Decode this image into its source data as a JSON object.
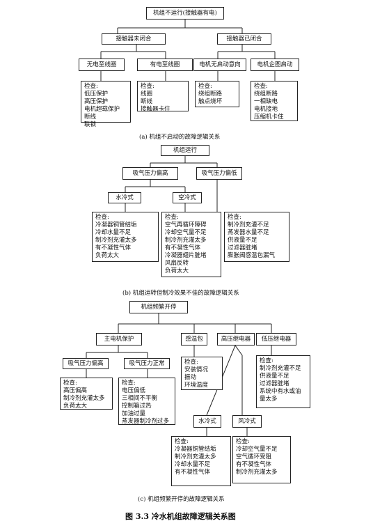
{
  "a": {
    "root": "机组不运行(接触器有电)",
    "l2": [
      "接触器未闭合",
      "接触器已闭合"
    ],
    "l3": [
      "无电至线圈",
      "有电至线圈",
      "电机无启动意向",
      "电机企图启动"
    ],
    "checks": [
      [
        "检查:",
        "低压保护",
        "高压保护",
        "电机超载保护",
        "断线",
        "联锁"
      ],
      [
        "检查:",
        "线圈",
        "断线",
        "接触器卡住"
      ],
      [
        "检查:",
        "绕组断路",
        "触点烧坏"
      ],
      [
        "检查:",
        "绕组断路",
        "一相缺电",
        "电机接地",
        "压缩机卡住"
      ]
    ],
    "caption": "(a)  机组不启动的故障逻辑关系"
  },
  "b": {
    "root": "机组运行",
    "l2": [
      "吸气压力偏高",
      "吸气压力偏低"
    ],
    "l3": [
      "水冷式",
      "空冷式"
    ],
    "checks": [
      [
        "检查:",
        "冷凝器铜管结垢",
        "冷却水量不足",
        "制冷剂充灌太多",
        "有不凝性气体",
        "负荷太大"
      ],
      [
        "检查:",
        "空气再循环障碍",
        "冷却空气量不足",
        "制冷剂充灌太多",
        "有不凝性气体",
        "冷凝器翅片脏堵",
        "风扇反转",
        "负荷太大"
      ],
      [
        "检查:",
        "制冷剂充灌不足",
        "蒸发器水量不足",
        "供液量不足",
        "过滤器脏堵",
        "膨胀阀感温包漏气"
      ]
    ],
    "caption": "(b)  机组运转但制冷效果不佳的故障逻辑关系"
  },
  "c": {
    "root": "机组频繁开停",
    "l2": [
      "主电机保护",
      "感温包",
      "高压继电器",
      "低压继电器"
    ],
    "l3": [
      "吸气压力偏高",
      "吸气压力正常"
    ],
    "checks": [
      [
        "检查:",
        "高压偏高",
        "制冷剂充灌太多",
        "负荷太大"
      ],
      [
        "检查:",
        "电压偏低",
        "三相间不平衡",
        "控制箱过热",
        "加油过量",
        "蒸发器制冷剂过多"
      ],
      [
        "检查:",
        "安装情况",
        "振动",
        "环境温度"
      ],
      [
        "检查:",
        "制冷剂充灌不足",
        "供液量不足",
        "过滤器脏堵",
        "系统中有水或油",
        "量太多"
      ]
    ],
    "l4": [
      "水冷式",
      "风冷式"
    ],
    "checks2": [
      [
        "检查:",
        "冷凝器铜管结垢",
        "制冷剂充灌太多",
        "冷却水量不足",
        "有不凝性气体"
      ],
      [
        "检查:",
        "冷却空气量不足",
        "空气循环受阻",
        "有不凝性气体",
        "制冷剂充灌太多"
      ]
    ],
    "caption": "(c)  机组频繁开停的故障逻辑关系"
  },
  "figure_title": "图 3.3   冷水机组故障逻辑关系图"
}
